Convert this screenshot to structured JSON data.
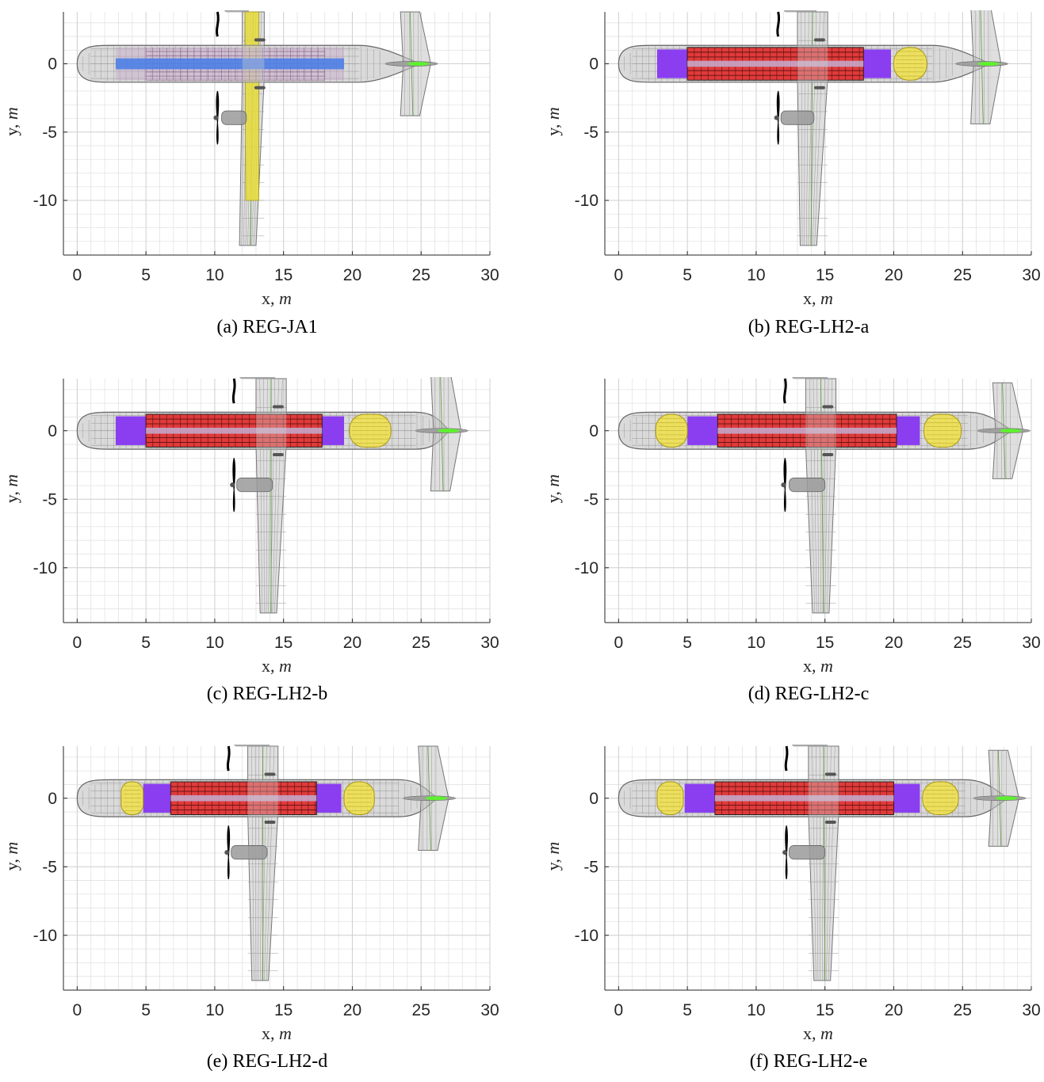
{
  "figure": {
    "x_label_text": "x,",
    "x_label_unit": "m",
    "y_label_text": "y,",
    "y_label_unit": "m",
    "x_ticks": [
      "0",
      "5",
      "10",
      "15",
      "20",
      "25",
      "30"
    ],
    "y_ticks": [
      "0",
      "-5",
      "-10"
    ],
    "xlim": [
      -1,
      30
    ],
    "ylim": [
      -14,
      3.8
    ],
    "colors": {
      "fuselage": "#b5b5b5",
      "wing": "#c4c4c4",
      "grid_line": "#8a8a8a",
      "fuel_tank_jet": "#e8dc3a",
      "lh2_tank": "#f0e04a",
      "cabin_aisle": "#4d7fe6",
      "seats": "#e03a3a",
      "seat_frame": "#c4a6c8",
      "cargo": "#8a3ef0",
      "nozzle": "#5ef030",
      "propeller": "#000000",
      "nacelle": "#9a9a9a"
    }
  },
  "panels": [
    {
      "caption": "(a) REG-JA1",
      "variant": "JA1",
      "fuselage": {
        "x0": 0,
        "x1": 20.5
      },
      "wing_x": 12,
      "wing_chord": 1.6,
      "wing_tip_x": 11.8,
      "tail_x": 23.5,
      "tail_tip": 3.8,
      "htail_y": -3.8,
      "cabin": {
        "x0": 2.8,
        "x1": 19.4
      },
      "seats": {
        "x0": 5,
        "x1": 18
      },
      "front_tank": null,
      "rear_tank": null,
      "fuel_wing": {
        "x0": 12.2,
        "x1": 13.2,
        "tip": -10
      },
      "prop_x": 10.2,
      "nacelle": {
        "x0": 10.5,
        "x1": 12.3
      }
    },
    {
      "caption": "(b) REG-LH2-a",
      "variant": "LH2",
      "fuselage": {
        "x0": 0,
        "x1": 22.8
      },
      "wing_x": 13,
      "wing_chord": 2.2,
      "wing_tip_x": 13.2,
      "tail_x": 25.6,
      "tail_tip": 4.4,
      "htail_y": -4.4,
      "cabin": {
        "x0": 2.8,
        "x1": 19.8
      },
      "seats": {
        "x0": 5,
        "x1": 17.8
      },
      "front_tank": null,
      "rear_tank": {
        "x0": 20,
        "x1": 22.4
      },
      "fuel_wing": null,
      "prop_x": 11.6,
      "nacelle": {
        "x0": 11.8,
        "x1": 14.2
      }
    },
    {
      "caption": "(c) REG-LH2-b",
      "variant": "LH2",
      "fuselage": {
        "x0": 0,
        "x1": 24.6
      },
      "wing_x": 13,
      "wing_chord": 2.2,
      "wing_tip_x": 13.3,
      "tail_x": 25.7,
      "tail_tip": 4.4,
      "htail_y": -4.4,
      "cabin": {
        "x0": 2.8,
        "x1": 19.4
      },
      "seats": {
        "x0": 5,
        "x1": 17.8
      },
      "front_tank": null,
      "rear_tank": {
        "x0": 19.8,
        "x1": 22.8
      },
      "fuel_wing": null,
      "prop_x": 11.4,
      "nacelle": {
        "x0": 11.6,
        "x1": 14.2
      }
    },
    {
      "caption": "(d) REG-LH2-c",
      "variant": "LH2",
      "fuselage": {
        "x0": 0,
        "x1": 25.4
      },
      "wing_x": 13.6,
      "wing_chord": 2.2,
      "wing_tip_x": 14.1,
      "tail_x": 27.2,
      "tail_tip": 3.5,
      "htail_y": -3.5,
      "cabin": {
        "x0": 5,
        "x1": 21.9
      },
      "seats": {
        "x0": 7.2,
        "x1": 20.2
      },
      "front_tank": {
        "x0": 2.7,
        "x1": 5
      },
      "rear_tank": {
        "x0": 22.2,
        "x1": 24.9
      },
      "fuel_wing": null,
      "prop_x": 12.1,
      "nacelle": {
        "x0": 12.4,
        "x1": 15
      }
    },
    {
      "caption": "(e) REG-LH2-d",
      "variant": "LH2",
      "fuselage": {
        "x0": 0,
        "x1": 23.4
      },
      "wing_x": 12.4,
      "wing_chord": 2.2,
      "wing_tip_x": 12.7,
      "tail_x": 24.8,
      "tail_tip": 3.8,
      "htail_y": -3.8,
      "cabin": {
        "x0": 4.8,
        "x1": 19.2
      },
      "seats": {
        "x0": 6.8,
        "x1": 17.4
      },
      "front_tank": {
        "x0": 3.2,
        "x1": 4.8
      },
      "rear_tank": {
        "x0": 19.4,
        "x1": 21.6
      },
      "fuel_wing": null,
      "prop_x": 11,
      "nacelle": {
        "x0": 11.2,
        "x1": 13.8
      }
    },
    {
      "caption": "(f) REG-LH2-e",
      "variant": "LH2",
      "fuselage": {
        "x0": 0,
        "x1": 25.2
      },
      "wing_x": 13.8,
      "wing_chord": 2.2,
      "wing_tip_x": 14.2,
      "tail_x": 26.9,
      "tail_tip": 3.5,
      "htail_y": -3.5,
      "cabin": {
        "x0": 4.8,
        "x1": 21.9
      },
      "seats": {
        "x0": 7,
        "x1": 20
      },
      "front_tank": {
        "x0": 2.8,
        "x1": 4.7
      },
      "rear_tank": {
        "x0": 22.1,
        "x1": 24.7
      },
      "fuel_wing": null,
      "prop_x": 12.2,
      "nacelle": {
        "x0": 12.4,
        "x1": 15
      }
    }
  ]
}
